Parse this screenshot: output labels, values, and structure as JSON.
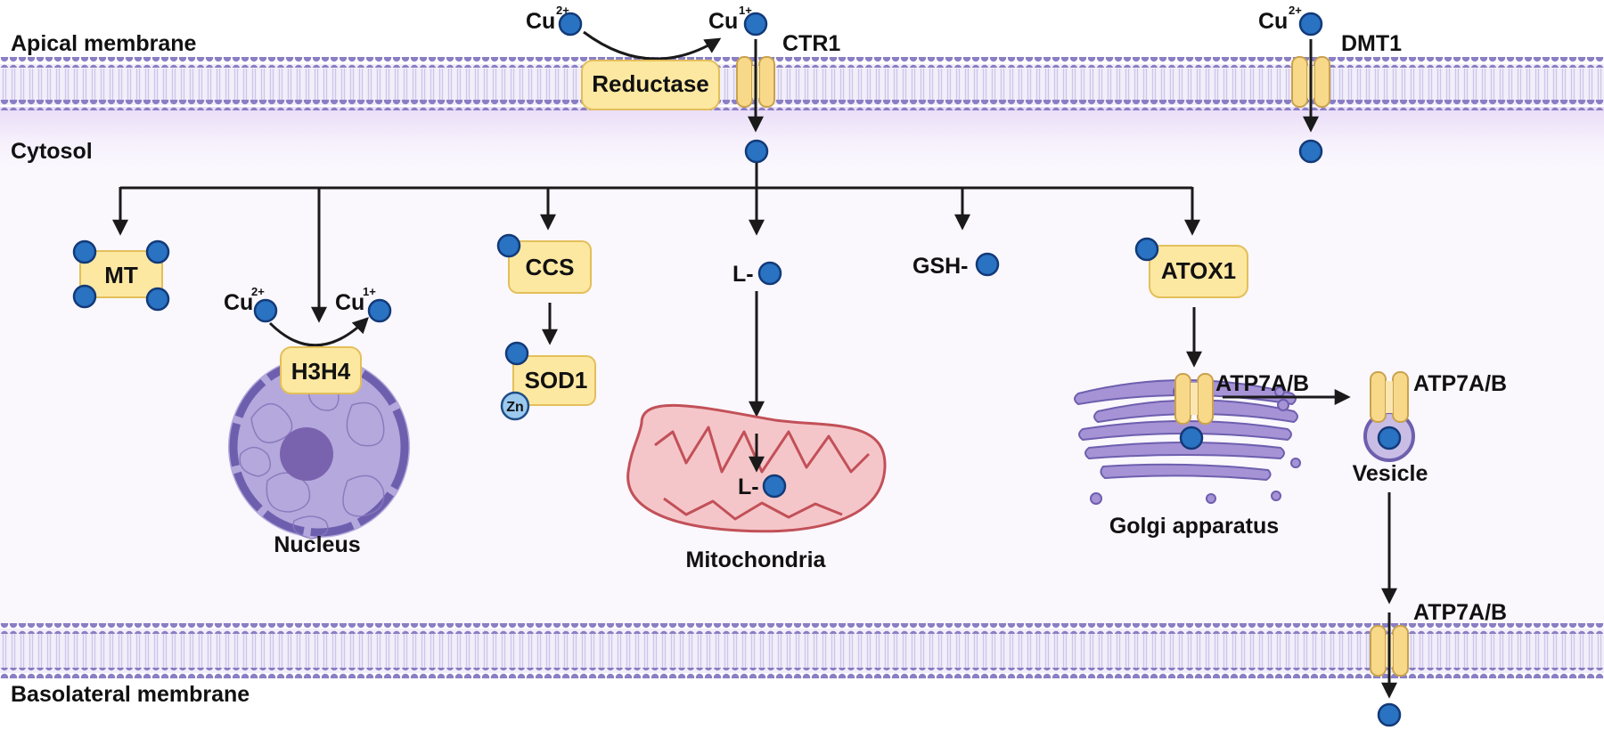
{
  "regions": {
    "apical_membrane": "Apical membrane",
    "cytosol": "Cytosol",
    "basolateral_membrane": "Basolateral membrane"
  },
  "ions": {
    "cu_symbol": "Cu",
    "charge_2": "2+",
    "charge_1": "1+",
    "ligand": "L-",
    "gsh": "GSH-",
    "zinc": "Zn"
  },
  "proteins": {
    "reductase": "Reductase",
    "ctr1": "CTR1",
    "dmt1": "DMT1",
    "mt": "MT",
    "h3h4": "H3H4",
    "ccs": "CCS",
    "sod1": "SOD1",
    "atox1": "ATOX1",
    "atp7ab": "ATP7A/B"
  },
  "organelles": {
    "nucleus": "Nucleus",
    "mitochondria": "Mitochondria",
    "golgi": "Golgi apparatus",
    "vesicle": "Vesicle"
  },
  "colors": {
    "copper_ion": "#2a72c2",
    "protein_box": "#fde8a2",
    "membrane_lipid": "#8a7fc4",
    "nucleus": "#9384c6",
    "mitochondria": "#f5c6c9",
    "cytosol_tint": "#f9f5fd"
  },
  "icons": {
    "transporter": "membrane-transporter-icon",
    "copper": "copper-ion-icon"
  }
}
